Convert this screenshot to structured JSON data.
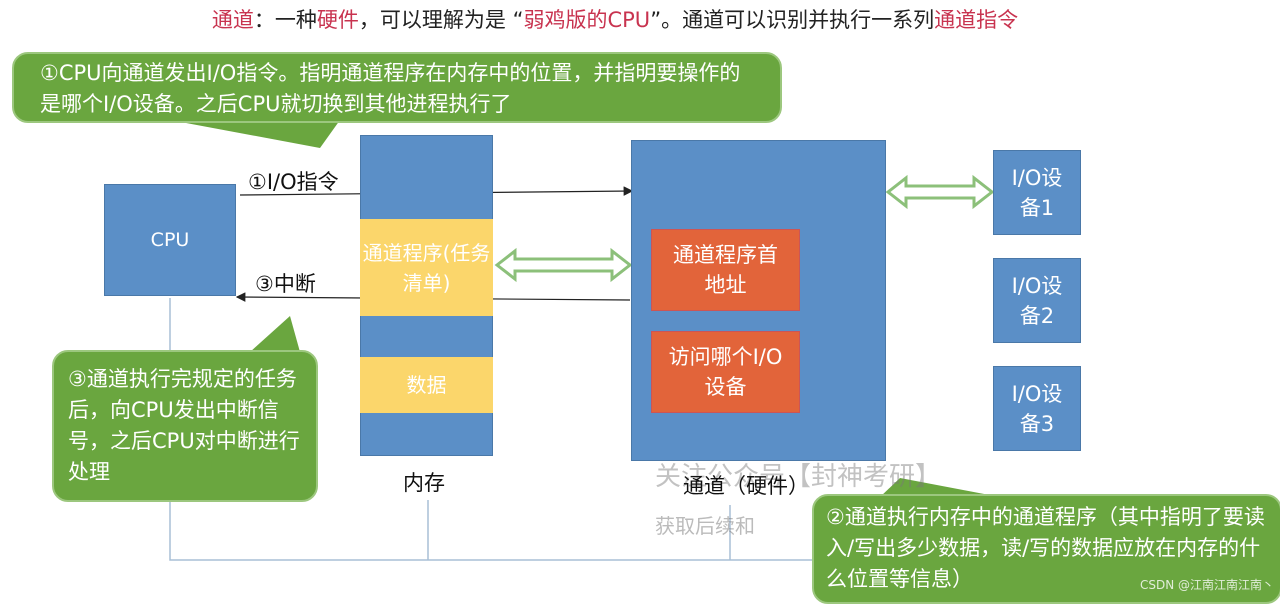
{
  "title": {
    "p1": "通道",
    "p2": "：一种",
    "p3": "硬件",
    "p4": "，可以理解为是 “",
    "p5": "弱鸡版的CPU",
    "p6": "”。通道可以识别并执行一系列",
    "p7": "通道指令"
  },
  "callouts": {
    "c1": "①CPU向通道发出I/O指令。指明通道程序在内存中的位置，并指明要操作的是哪个I/O设备。之后CPU就切换到其他进程执行了",
    "c3": "③通道执行完规定的任务后，向CPU发出中断信号，之后CPU对中断进行处理",
    "c2": "②通道执行内存中的通道程序（其中指明了要读入/写出多少数据，读/写的数据应放在内存的什么位置等信息）"
  },
  "cpu": "CPU",
  "memory": {
    "label": "内存",
    "program": "通道程序(任务清单)",
    "data": "数据"
  },
  "channel": {
    "label": "通道（硬件）",
    "addr": "通道程序首地址",
    "device": "访问哪个I/O设备"
  },
  "arrows": {
    "io_cmd": "①I/O指令",
    "interrupt": "③中断"
  },
  "devices": [
    "I/O设备1",
    "I/O设备2",
    "I/O设备3"
  ],
  "watermarks": {
    "w1": "关注公众号【封神考研】",
    "w2": "获取后续和",
    "csdn": "CSDN @江南江南江南丶"
  },
  "colors": {
    "green": "#6aa63f",
    "blue": "#5b8fc7",
    "yellow": "#fbd66b",
    "orange": "#e2643a",
    "red": "#c8334f"
  }
}
